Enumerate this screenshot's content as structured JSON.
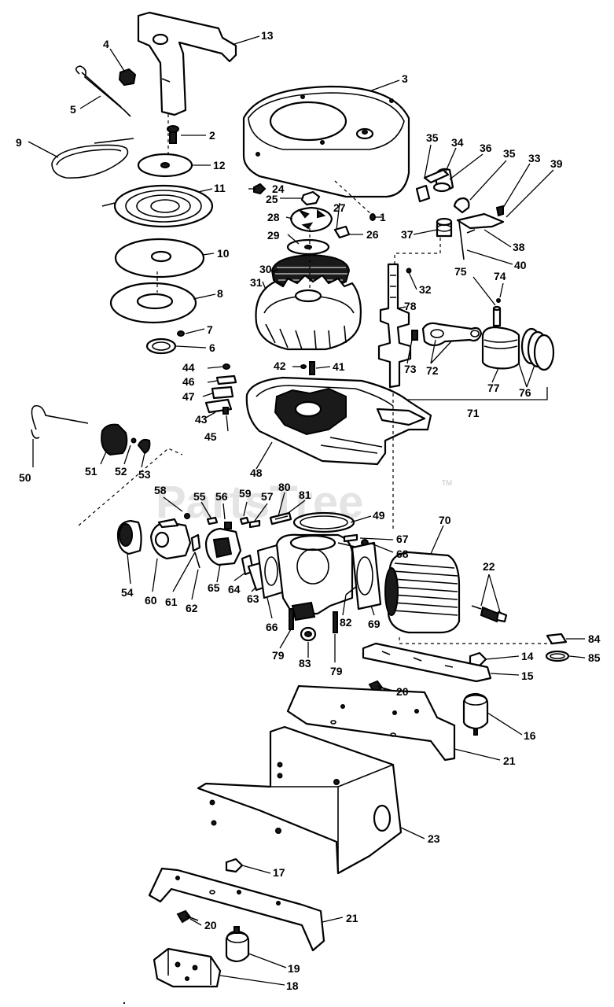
{
  "watermark": {
    "text": "PartsTree",
    "tm": "TM"
  },
  "callouts": [
    "1",
    "2",
    "3",
    "4",
    "5",
    "6",
    "7",
    "8",
    "9",
    "10",
    "11",
    "12",
    "13",
    "14",
    "15",
    "16",
    "17",
    "18",
    "19",
    "20",
    "20",
    "21",
    "21",
    "22",
    "23",
    "24",
    "25",
    "26",
    "27",
    "28",
    "29",
    "30",
    "31",
    "32",
    "33",
    "34",
    "35",
    "35",
    "36",
    "37",
    "38",
    "39",
    "40",
    "41",
    "42",
    "43",
    "44",
    "45",
    "46",
    "47",
    "48",
    "49",
    "50",
    "51",
    "52",
    "53",
    "54",
    "55",
    "56",
    "57",
    "58",
    "59",
    "60",
    "61",
    "62",
    "63",
    "64",
    "65",
    "66",
    "67",
    "68",
    "69",
    "70",
    "71",
    "72",
    "73",
    "74",
    "75",
    "76",
    "77",
    "78",
    "79",
    "79",
    "80",
    "81",
    "82",
    "83",
    "84",
    "85"
  ],
  "footer_mark": "."
}
